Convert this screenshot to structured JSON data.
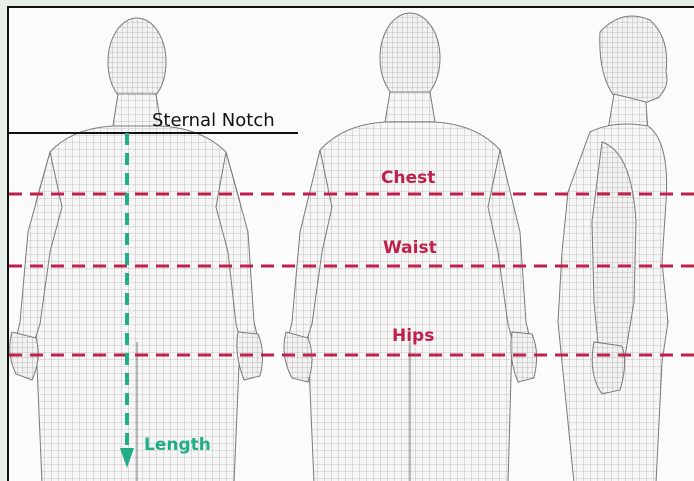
{
  "labels": {
    "sternal_notch": "Sternal Notch",
    "chest": "Chest",
    "waist": "Waist",
    "hips": "Hips",
    "length": "Length"
  },
  "colors": {
    "measure_line": "#c0214a",
    "length_line": "#1fae86",
    "wire": "#8a8a8a",
    "reference_line": "#111111"
  }
}
